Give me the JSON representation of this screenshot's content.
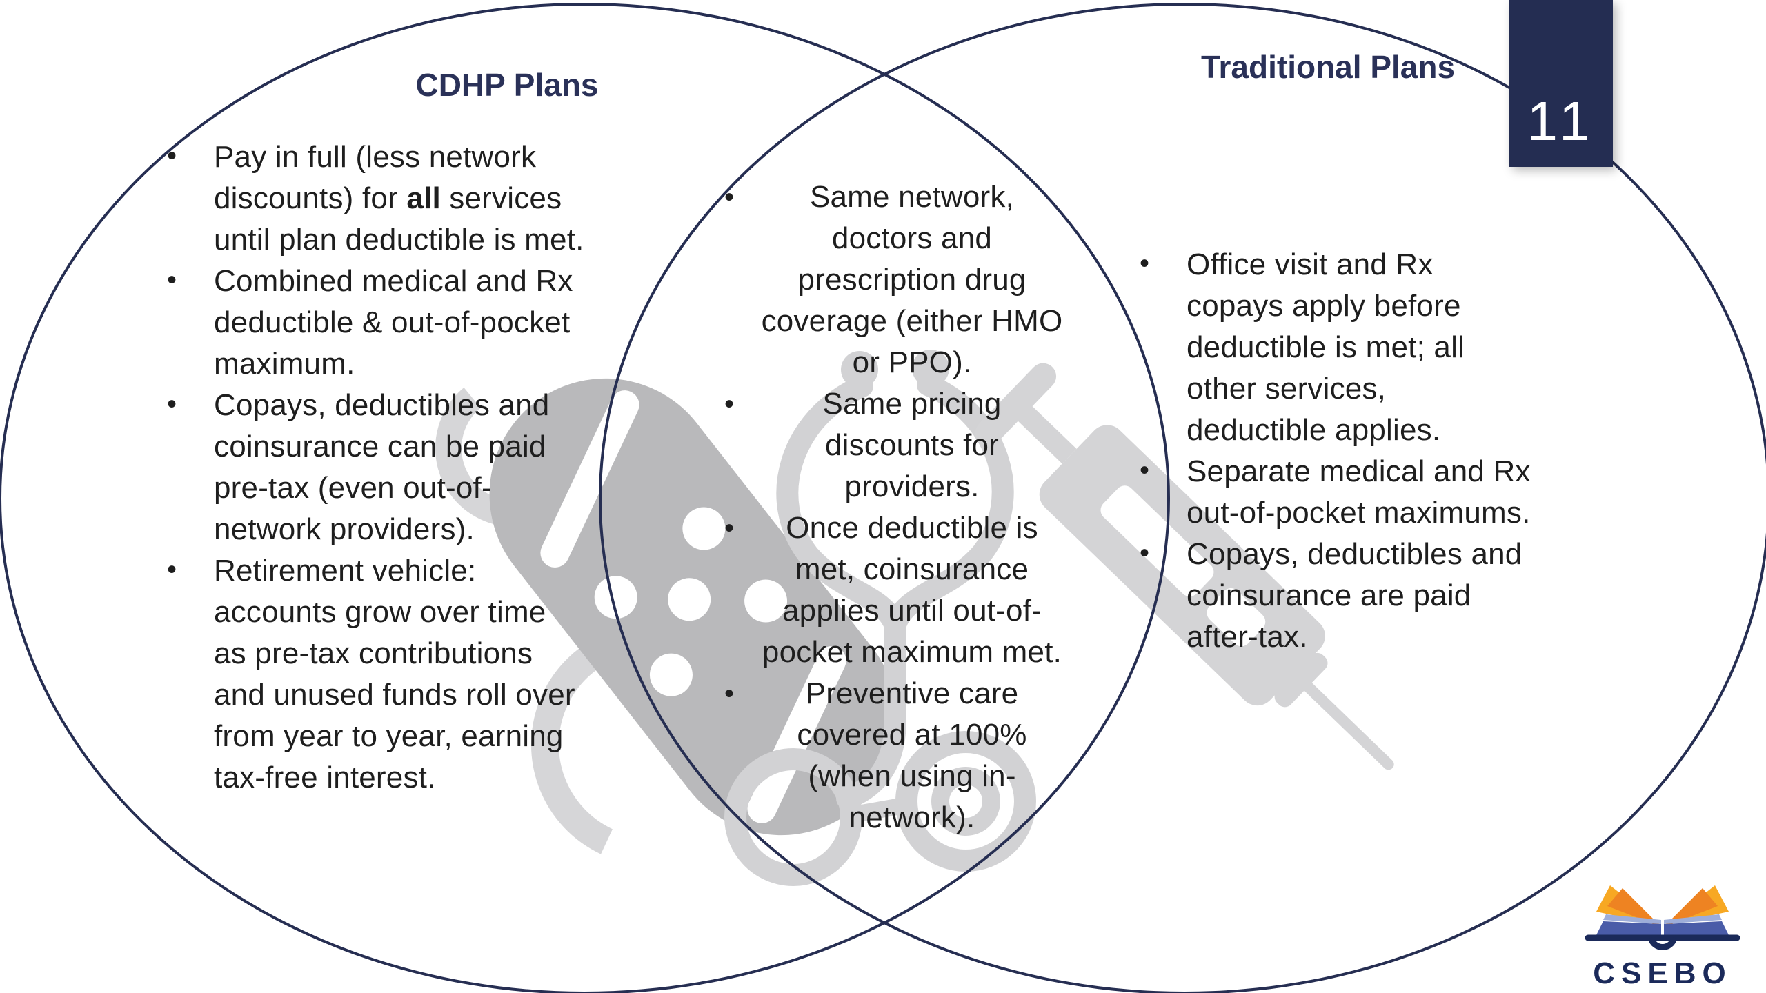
{
  "slide": {
    "page_number": "11",
    "bullet_char": "•",
    "left_circle": {
      "title": "CDHP Plans",
      "bullets": [
        {
          "pre": "Pay in full (less network discounts) for ",
          "bold": "all",
          "post": " services until plan deductible is met."
        },
        {
          "text": "Combined medical and Rx deductible & out-of-pocket maximum."
        },
        {
          "text": "Copays, deductibles and coinsurance can be paid pre-tax (even out-of-network providers)."
        },
        {
          "text": "Retirement vehicle: accounts grow over time as pre-tax contributions and unused funds roll over from year to year, earning tax-free interest."
        }
      ]
    },
    "overlap": {
      "bullets": [
        {
          "text": "Same network, doctors and prescription drug coverage (either HMO or PPO)."
        },
        {
          "text": "Same pricing discounts for providers."
        },
        {
          "text": "Once deductible is met, coinsurance applies until out-of-pocket maximum met."
        },
        {
          "text": "Preventive care covered at 100% (when using in-network)."
        }
      ]
    },
    "right_circle": {
      "title": "Traditional Plans",
      "bullets": [
        {
          "text": "Office visit and Rx copays apply before deductible is met; all other services, deductible applies."
        },
        {
          "text": "Separate medical and Rx out-of-pocket maximums."
        },
        {
          "text": "Copays, deductibles and coinsurance are paid after-tax."
        }
      ]
    },
    "watermark_icons": [
      "bandage-icon",
      "stethoscope-icon",
      "syringe-icon"
    ],
    "logo": {
      "text": "CSEBO"
    },
    "colors": {
      "navy": "#242d52",
      "title_navy": "#2a3158",
      "body_text": "#1e1e1e",
      "watermark_dark_gray": "#b9b9bb",
      "watermark_light_gray": "#d3d3d5",
      "page_number_text": "#ffffff",
      "logo_orange_light": "#f7a823",
      "logo_orange_dark": "#ee8322",
      "logo_blue": "#4a5ca8",
      "logo_blue_light": "#9dadd9",
      "logo_navy": "#1b2a5a"
    }
  }
}
